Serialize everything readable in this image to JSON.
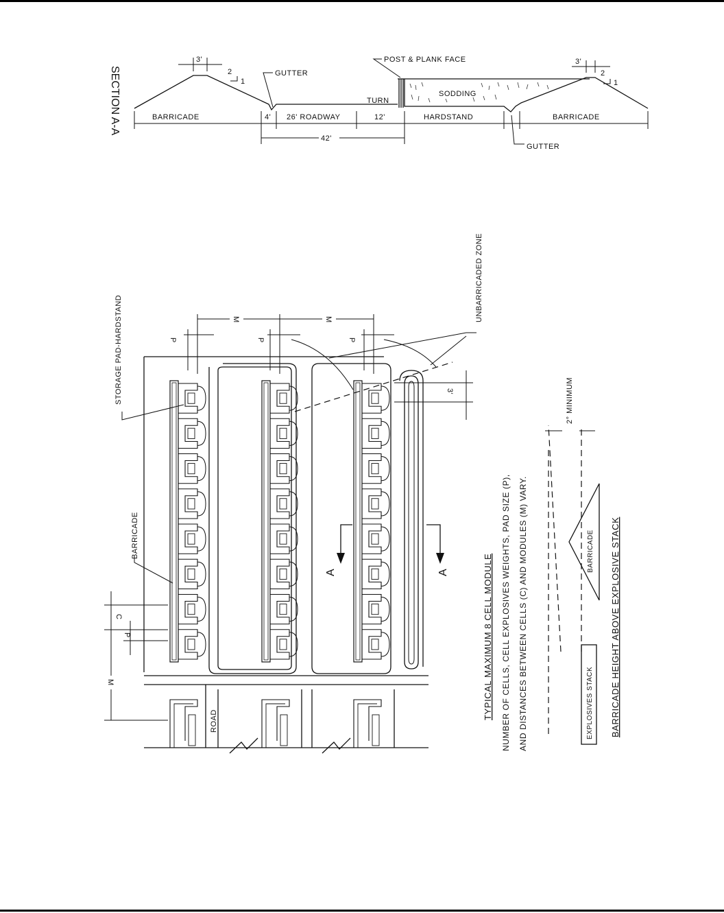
{
  "section": {
    "title": "SECTION A-A",
    "barricade_left": "BARRICADE",
    "barricade_right": "BARRICADE",
    "gutter_left": "GUTTER",
    "gutter_right": "GUTTER",
    "roadway": "26' ROADWAY",
    "four_ft": "4'",
    "twelve_ft": "12'",
    "forty_two": "42'",
    "turn": "TURN",
    "hardstand": "HARDSTAND",
    "sodding": "SODDING",
    "post_plank": "POST & PLANK FACE",
    "top_width_left": "3'",
    "top_width_right": "3'",
    "slope_rise": "2",
    "slope_run": "1",
    "slope_rise_right": "2",
    "slope_run_right": "1"
  },
  "plan": {
    "storage_pad": "STORAGE PAD-HARDSTAND",
    "unbarricaded_zone": "UNBARRICADED ZONE",
    "barricade": "BARRICADE",
    "road": "ROAD",
    "m1": "M",
    "m2": "M",
    "m_left": "M",
    "p1": "P",
    "p2": "P",
    "p3": "P",
    "p_left": "P",
    "c_left": "C",
    "three_ft": "3'",
    "section_a_left": "A",
    "section_a_right": "A"
  },
  "notes": {
    "title": "TYPICAL MAXIMUM 8 CELL MODULE",
    "line1": "NUMBER OF CELLS, CELL EXPLOSIVES WEIGHTS, PAD SIZE (P),",
    "line2": "AND DISTANCES BETWEEN CELLS (C) AND MODULES (M) VARY."
  },
  "height_detail": {
    "angle": "2° MINIMUM",
    "barricade": "BARRICADE",
    "stack": "EXPLOSIVES STACK",
    "title": "BARRICADE HEIGHT ABOVE EXPLOSIVE STACK"
  }
}
